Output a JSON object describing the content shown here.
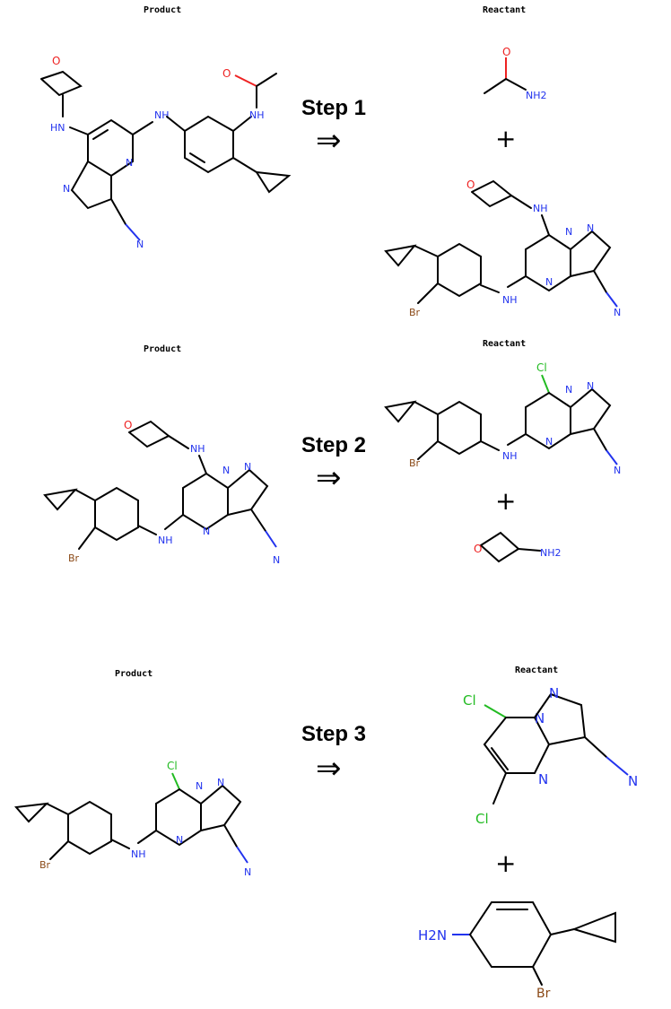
{
  "steps": [
    {
      "label": "Step 1",
      "product_header": "Product",
      "reactant_header": "Reactant",
      "arrow": "⇒",
      "plus": "+"
    },
    {
      "label": "Step 2",
      "product_header": "Product",
      "reactant_header": "Reactant",
      "arrow": "⇒",
      "plus": "+"
    },
    {
      "label": "Step 3",
      "product_header": "Product",
      "reactant_header": "Reactant",
      "arrow": "⇒",
      "plus": "+"
    }
  ],
  "atoms": {
    "HN": "HN",
    "NH": "NH",
    "N": "N",
    "O": "O",
    "NH2": "NH2",
    "Cl": "Cl",
    "Br": "Br",
    "H2N": "H2N"
  },
  "colors": {
    "nitrogen": "#2233ee",
    "oxygen": "#ee2222",
    "chlorine": "#22bb22",
    "bromine": "#8b4a17"
  }
}
